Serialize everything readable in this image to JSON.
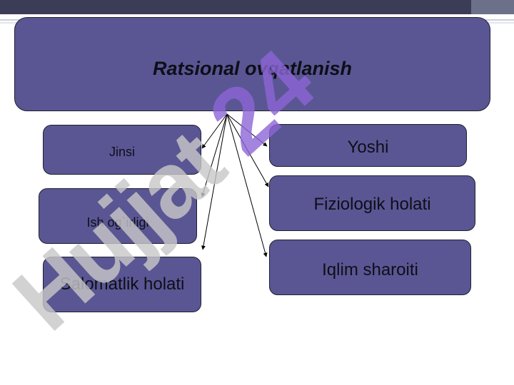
{
  "diagram": {
    "title": "Ratsional ovqatlanish",
    "left_items": [
      "Jinsi",
      "Ish og`irligi",
      "Salomatlik holati"
    ],
    "right_items": [
      "Yoshi",
      "Fiziologik holati",
      "Iqlim sharoiti"
    ]
  },
  "watermark": {
    "text": "Hujjat 24"
  },
  "colors": {
    "box_fill": "#5a5693",
    "box_border": "#1f1f30",
    "header_bar": "#3b3c55",
    "watermark": "#c8c8c8",
    "watermark_accent": "#8d66d6"
  }
}
